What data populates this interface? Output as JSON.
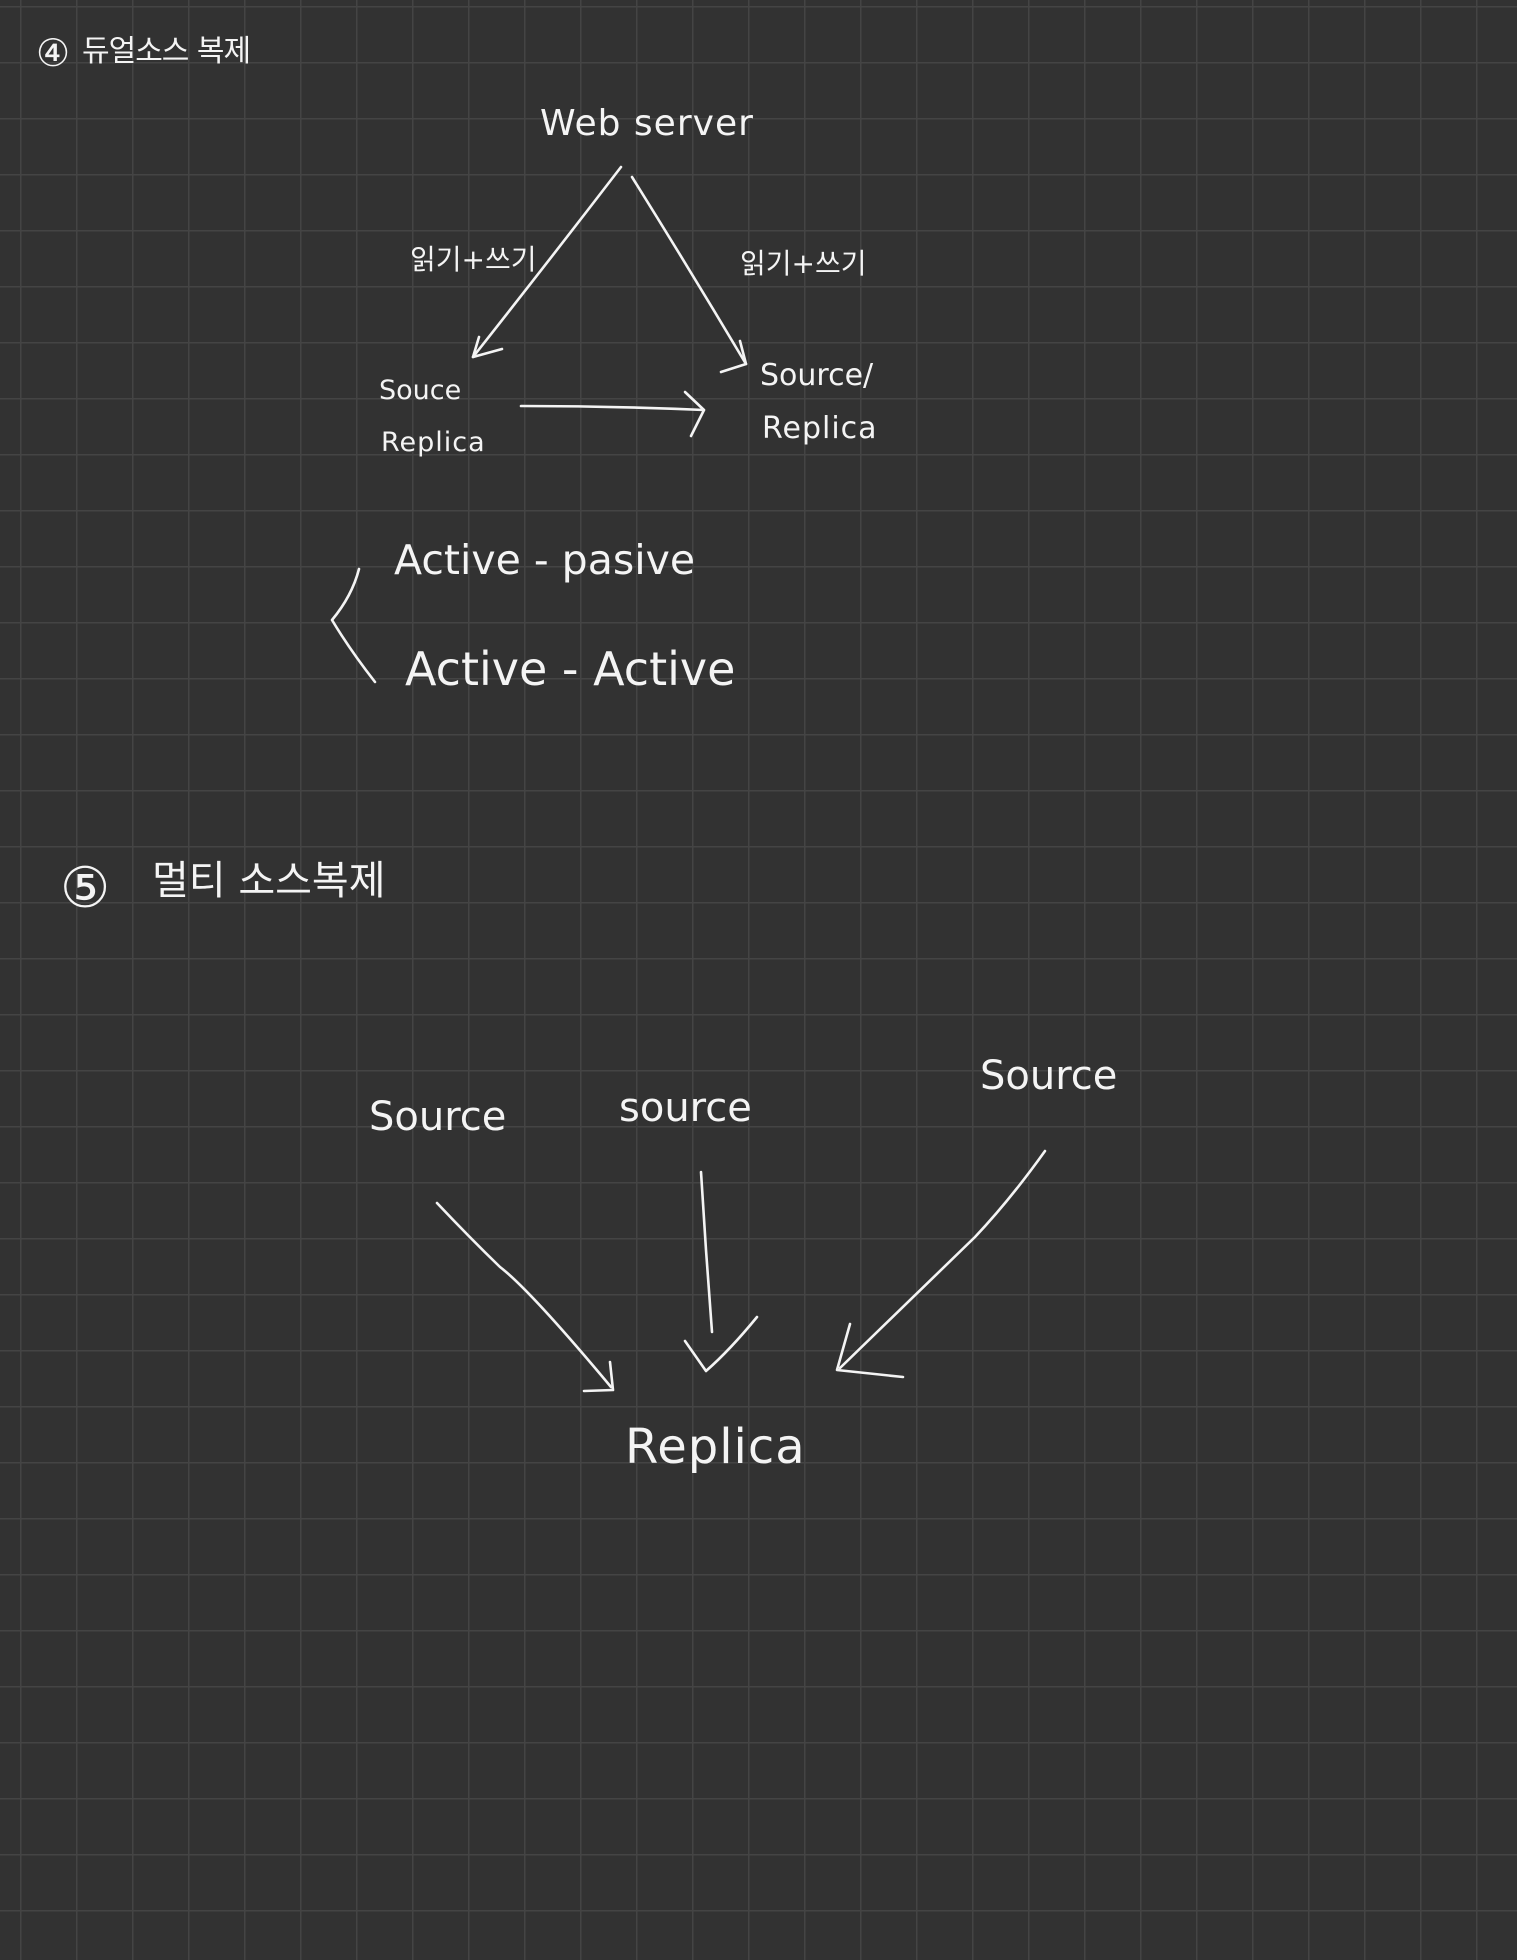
{
  "section4": {
    "number": "④",
    "title": "듀얼소스 복제",
    "web_server": "Web server",
    "left_edge_label": "읽기+쓰기",
    "right_edge_label": "읽기+쓰기",
    "left_node": {
      "line1": "Souce",
      "line2": "Replica"
    },
    "right_node": {
      "line1": "Source/",
      "line2": "Replica"
    },
    "modes": [
      "Active - pasive",
      "Active - Active"
    ]
  },
  "section5": {
    "number": "⑤",
    "title": "멀티 소스복제",
    "sources": [
      "Source",
      "source",
      "Source"
    ],
    "replica": "Replica"
  },
  "colors": {
    "background": "#323232",
    "grid": "#444444",
    "ink": "#f4f4f4"
  }
}
